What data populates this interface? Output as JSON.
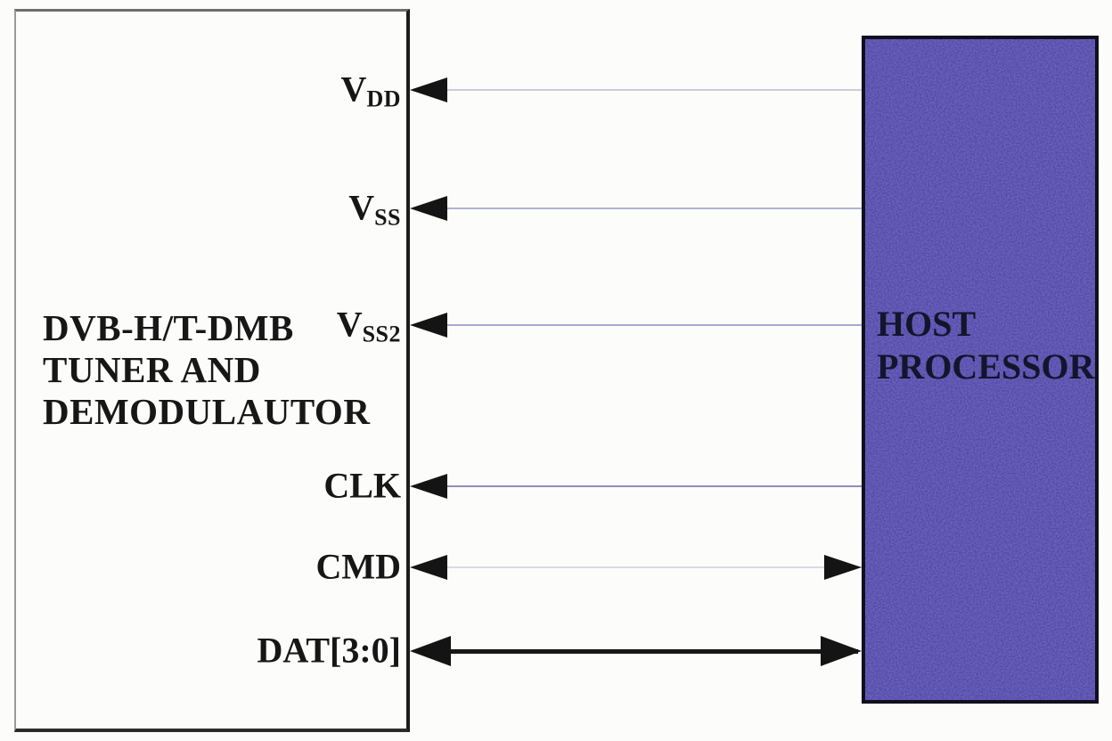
{
  "diagram": {
    "tuner": {
      "title_lines": [
        "DVB-H/T-DMB",
        "TUNER AND",
        "DEMODULAUTOR"
      ]
    },
    "host": {
      "title_lines": [
        "HOST",
        "PROCESSOR"
      ],
      "fill_color": "#453ca2"
    },
    "signals": [
      {
        "name": "VDD",
        "label_main": "V",
        "label_sub": "DD",
        "direction": "to-tuner",
        "line_weight": "thin",
        "line_color": "#cbcbde"
      },
      {
        "name": "VSS",
        "label_main": "V",
        "label_sub": "SS",
        "direction": "to-tuner",
        "line_weight": "thin",
        "line_color": "#b2b2d2"
      },
      {
        "name": "VSS2",
        "label_main": "V",
        "label_sub": "SS2",
        "direction": "to-tuner",
        "line_weight": "thin",
        "line_color": "#a8a8cf"
      },
      {
        "name": "CLK",
        "label_main": "CLK",
        "label_sub": "",
        "direction": "to-tuner",
        "line_weight": "thin",
        "line_color": "#8d8dbf"
      },
      {
        "name": "CMD",
        "label_main": "CMD",
        "label_sub": "",
        "direction": "bidirectional",
        "line_weight": "thin",
        "line_color": "#d9d9e6"
      },
      {
        "name": "DAT[3:0]",
        "label_main": "DAT[3:0]",
        "label_sub": "",
        "direction": "bidirectional",
        "line_weight": "bold",
        "line_color": "#171717"
      }
    ]
  }
}
